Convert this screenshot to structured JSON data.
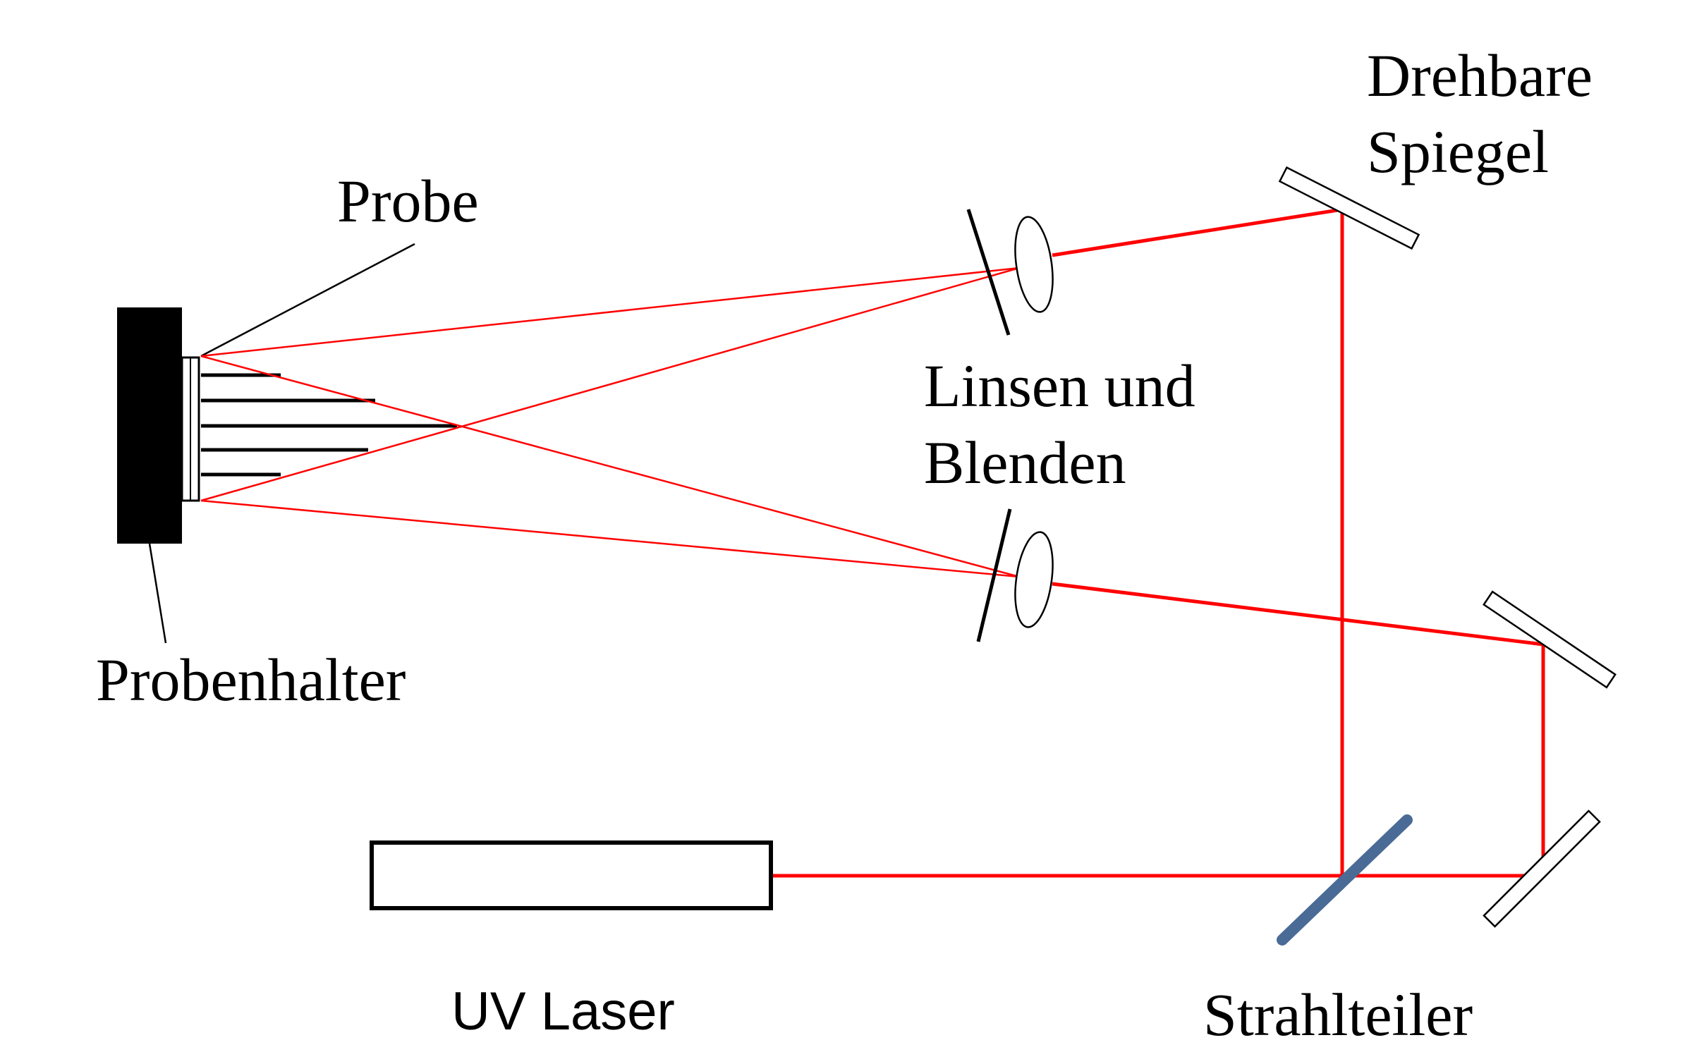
{
  "labels": {
    "probe": "Probe",
    "probenhalter": "Probenhalter",
    "linsen_line1": "Linsen und",
    "linsen_line2": "Blenden",
    "drehbare_line1": "Drehbare",
    "drehbare_line2": "Spiegel",
    "uv_laser": "UV Laser",
    "strahlteiler": "Strahlteiler"
  },
  "colors": {
    "beam": "#ff0000",
    "beam_splitter": "#4a6b96",
    "holder": "#000000",
    "outline": "#000000",
    "background": "#ffffff"
  }
}
